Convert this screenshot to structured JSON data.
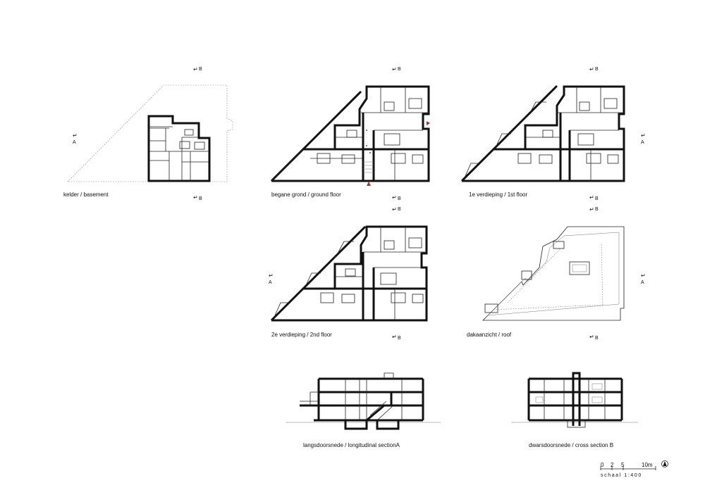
{
  "sheet": {
    "plans": [
      {
        "id": "basement",
        "label": "kelder  /  basement",
        "section_a": "A",
        "section_b_top": "B",
        "section_b_bottom": "B"
      },
      {
        "id": "ground",
        "label": "begane grond  /  ground floor",
        "section_b_top": "B",
        "section_b_bottom": "B"
      },
      {
        "id": "first",
        "label": "1e verdieping  /  1st floor",
        "section_a": "A",
        "section_b_top": "B",
        "section_b_bottom": "B"
      },
      {
        "id": "second",
        "label": "2e verdieping  /  2nd floor",
        "section_a": "A",
        "section_b_top": "B",
        "section_b_bottom": "B"
      },
      {
        "id": "roof",
        "label": "dakaanzicht  /  roof",
        "section_a": "A",
        "section_b_top": "B",
        "section_b_bottom": "B"
      }
    ],
    "sections": [
      {
        "id": "longitudinal",
        "label": "langsdoorsnede  /  longitudinal sectionA"
      },
      {
        "id": "cross",
        "label": "dwarsdoorsnede  /  cross section  B"
      }
    ],
    "scale": {
      "ticks": [
        "0",
        "2",
        "5",
        "10m"
      ],
      "text": "schaal  1:400",
      "north_icon": "north-arrow-icon"
    },
    "colors": {
      "ink": "#111111",
      "entrance_marker": "#cc2222"
    },
    "glyphs": {
      "section_arrow": "↵"
    }
  }
}
